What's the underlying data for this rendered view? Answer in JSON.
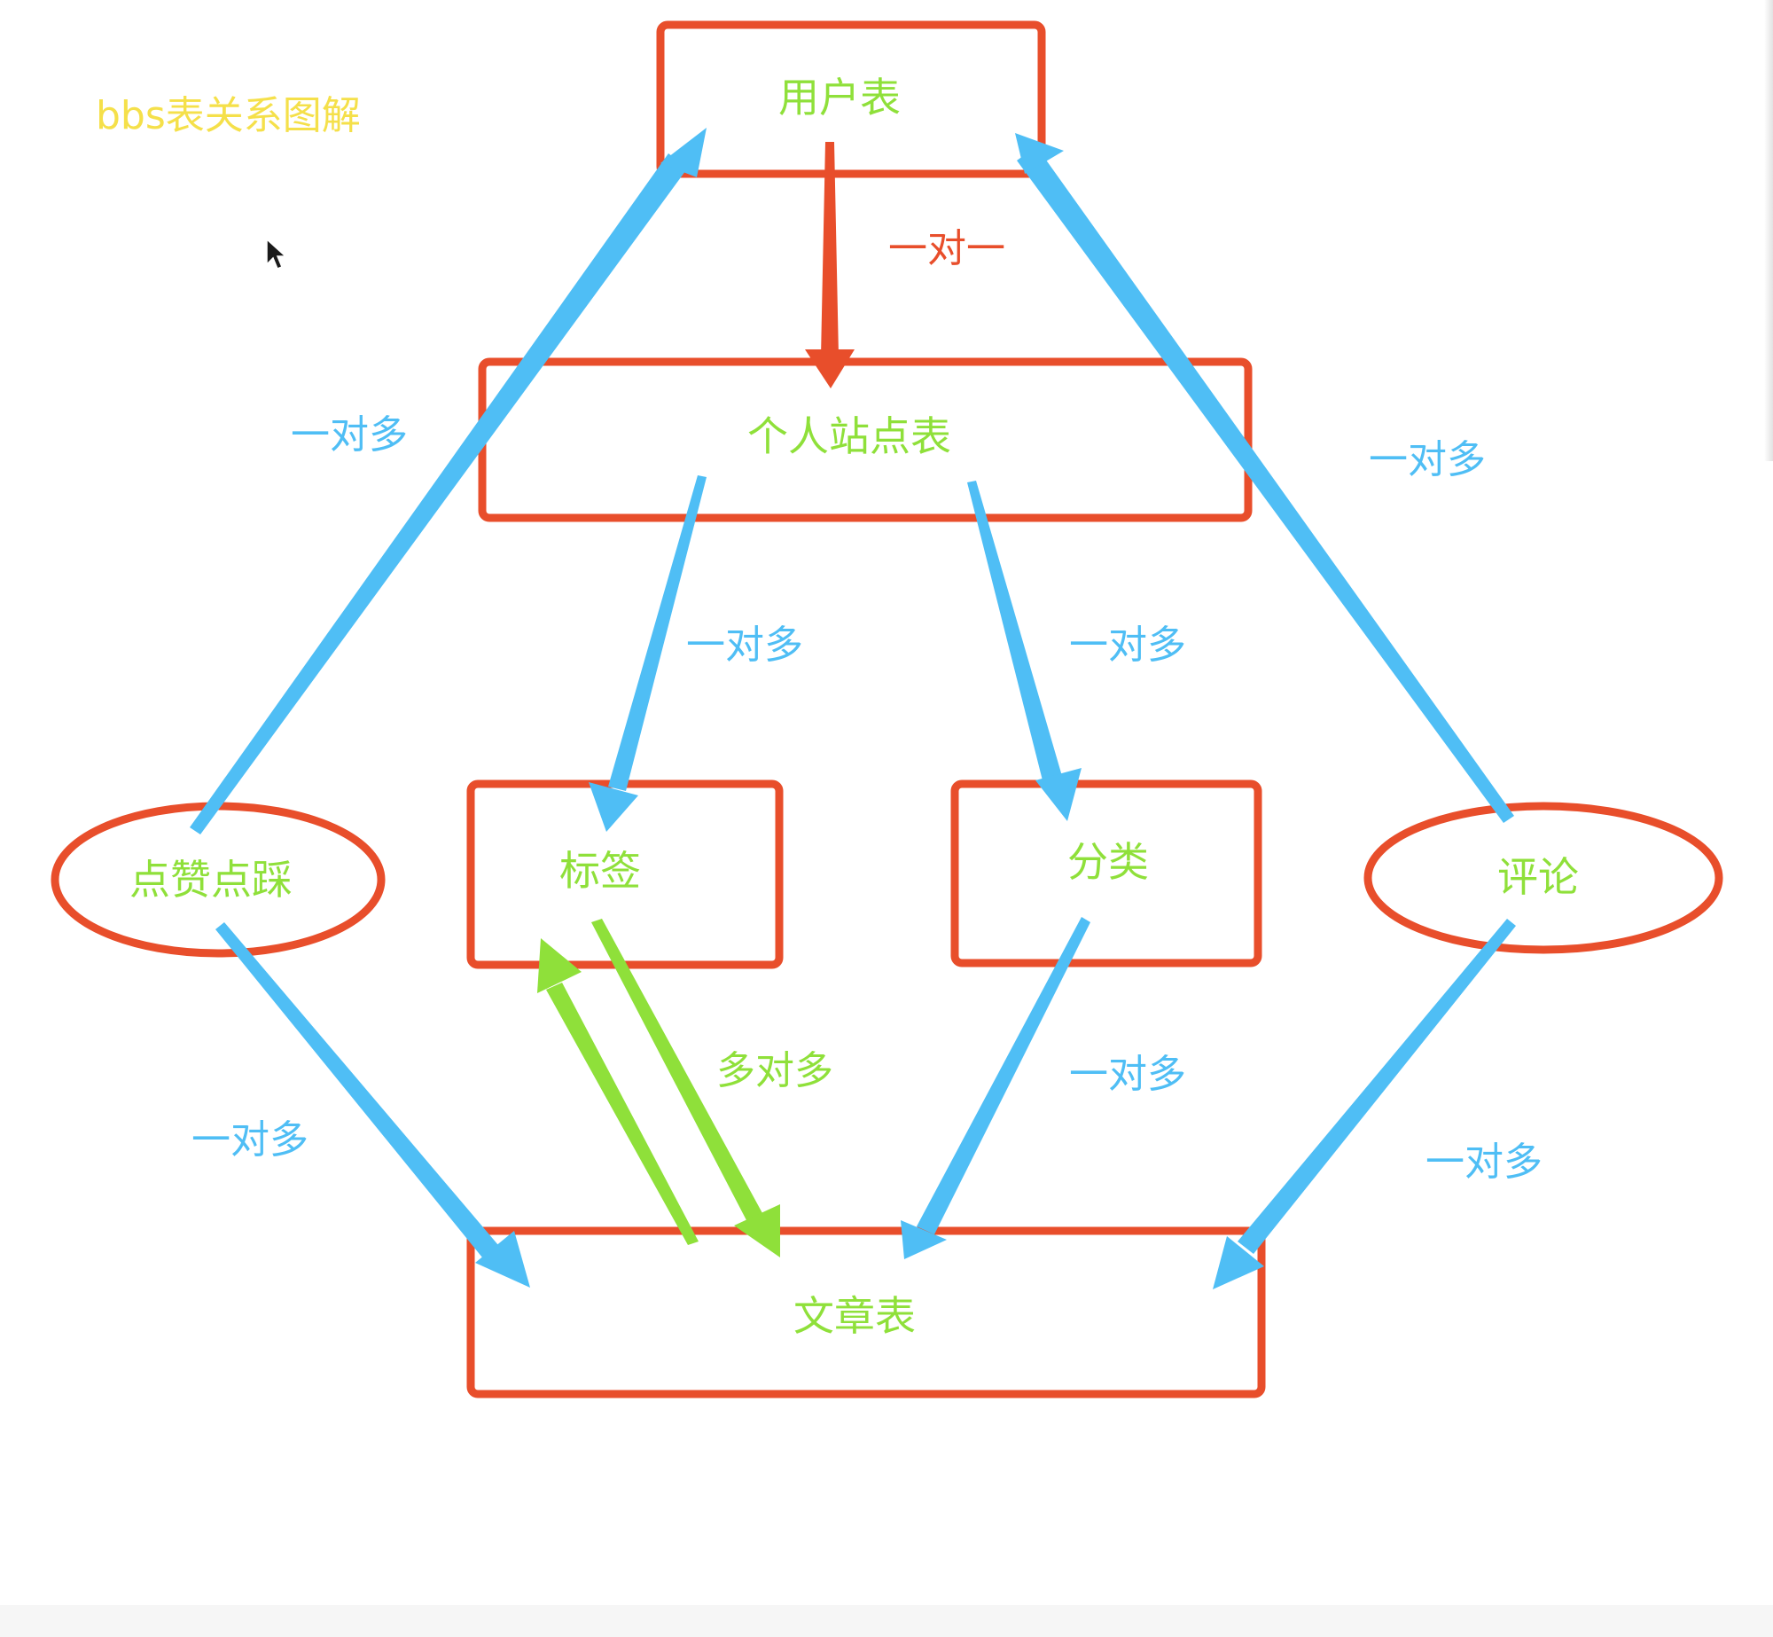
{
  "title": "bbs表关系图解",
  "colors": {
    "entity_border": "#e84e2b",
    "entity_text": "#8fe03a",
    "one_to_one": "#e84e2b",
    "one_to_many": "#4fbef5",
    "many_to_many": "#8fe03a",
    "title": "#f5e04a"
  },
  "entities": {
    "user": "用户表",
    "site": "个人站点表",
    "tag": "标签",
    "category": "分类",
    "article": "文章表",
    "updown": "点赞点踩",
    "comment": "评论"
  },
  "relations": {
    "user_site": "一对一",
    "updown_user": "一对多",
    "comment_user": "一对多",
    "site_tag": "一对多",
    "site_category": "一对多",
    "tag_article": "多对多",
    "updown_article": "一对多",
    "category_article": "一对多",
    "comment_article": "一对多"
  },
  "icons": [
    "mouse-pointer-icon"
  ]
}
